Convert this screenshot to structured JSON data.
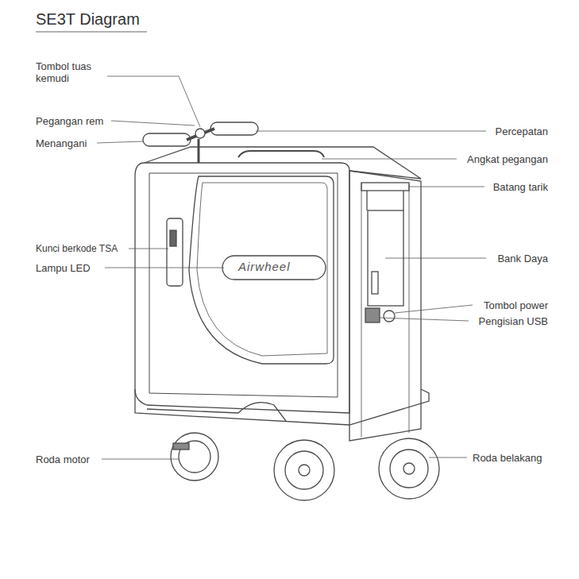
{
  "diagram": {
    "title": "SE3T Diagram",
    "labels": [
      "Tombol tuas kemudi",
      "Pegangan rem",
      "Percepatan",
      "Menangani",
      "Angkat pegangan",
      "Batang tarik",
      "Kunci berkode TSA",
      "Bank Daya",
      "Lampu LED",
      "Airwheel",
      "Tombol power",
      "Pengisian USB",
      "Roda belakang",
      "Roda motor"
    ]
  }
}
